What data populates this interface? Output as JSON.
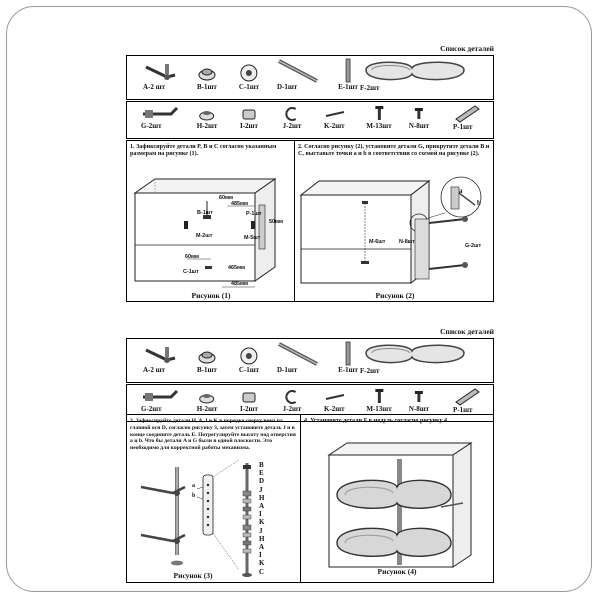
{
  "sheet1": {
    "list_title": "Список деталей",
    "parts": [
      {
        "label": "A-2 шт",
        "icon": "bracket-arm-icon"
      },
      {
        "label": "B-1шт",
        "icon": "bushing-icon"
      },
      {
        "label": "C-1шт",
        "icon": "cap-icon"
      },
      {
        "label": "D-1шт",
        "icon": "rod-icon"
      },
      {
        "label": "E-1шт",
        "icon": "pole-icon"
      },
      {
        "label": "F-2шт",
        "icon": "tray-icon"
      },
      {
        "label": "G-2шт",
        "icon": "hinge-bracket-icon"
      },
      {
        "label": "H-2шт",
        "icon": "ring-icon"
      },
      {
        "label": "I-2шт",
        "icon": "collar-icon"
      },
      {
        "label": "J-2шт",
        "icon": "clip-icon"
      },
      {
        "label": "K-2шт",
        "icon": "pin-icon"
      },
      {
        "label": "M-13шт",
        "icon": "screw-icon"
      },
      {
        "label": "N-8шт",
        "icon": "small-screw-icon"
      },
      {
        "label": "P-1шт",
        "icon": "plate-icon"
      }
    ],
    "step1_text": "1. Зафиксируйте детали P, B и C согласно указанным размерам на рисунке (1).",
    "step2_text": "2. Согласно рисунку (2), установите детали G, прикрутите детали B и C, выставьте точки a и b в соответствии со схемой на рисунке (2).",
    "fig1_label": "Рисунок (1)",
    "fig2_label": "Рисунок (2)",
    "fig1_annotations": {
      "dim_60_top": "60мм",
      "b_1": "B-1шт",
      "dim_485": "485мм",
      "p_1": "P-1шт",
      "m_2_left": "M-2шт",
      "m_5": "M-5шт",
      "dim_50": "50мм",
      "dim_60_bottom": "60мм",
      "c_1": "C-1шт",
      "dim_465": "465мм",
      "dim_485_bottom": "485мм"
    },
    "fig2_annotations": {
      "m_6": "M-6шт",
      "n_8": "N-8шт",
      "g_2": "G-2шт",
      "a": "a",
      "b": "b"
    }
  },
  "sheet2": {
    "list_title": "Список деталей",
    "step3_text": "3. Зафиксируйте детали H, A, I и K в порядке сверху вниз на главной оси D, согласно рисунку 3, затем установите деталь J и в конце соедините деталь E. Потрегулируйте высоту под отверстия a и b. Что бы детали A и G были в одной плоскости. Это необходимо для корректной работы механизма.",
    "step4_text": "4. Установите детали F в модуль согласно рисунку 4.",
    "fig3_label": "Рисунок (3)",
    "fig4_label": "Рисунок (4)",
    "stack_letters": [
      "B",
      "E",
      "D",
      "J",
      "H",
      "A",
      "I",
      "K",
      "J",
      "H",
      "A",
      "I",
      "K",
      "C"
    ],
    "fig3_small": {
      "a": "a",
      "b": "b"
    }
  }
}
